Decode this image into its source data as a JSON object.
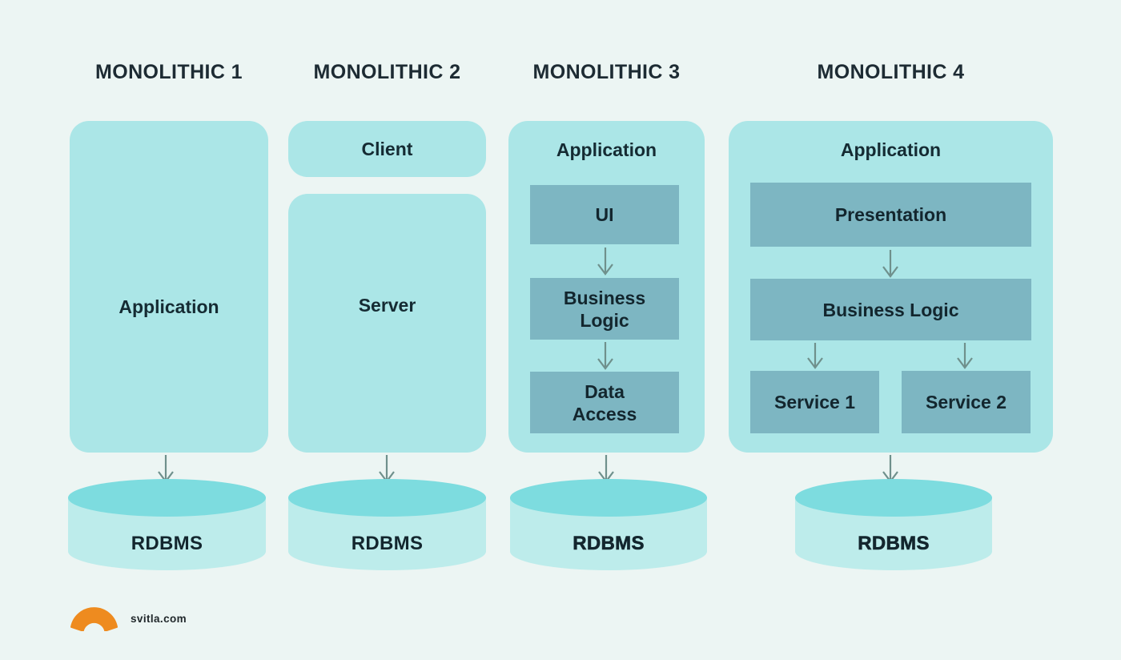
{
  "colors": {
    "bg": "#ecf5f3",
    "box": "#abe6e7",
    "inner": "#7db6c2",
    "cyltop": "#7ddcdf",
    "cylbody": "#bdeceb",
    "text": "#152b33",
    "arrow": "#6f908c",
    "brand": "#ee8b1f"
  },
  "columns": [
    {
      "title": "MONOLITHIC 1",
      "blocks": [
        {
          "label": "Application"
        }
      ],
      "db": "RDBMS"
    },
    {
      "title": "MONOLITHIC 2",
      "blocks": [
        {
          "label": "Client"
        },
        {
          "label": "Server"
        }
      ],
      "db": "RDBMS"
    },
    {
      "title": "MONOLITHIC 3",
      "container_label": "Application",
      "layers": [
        {
          "label": "UI"
        },
        {
          "label": "Business Logic"
        },
        {
          "label": "Data Access"
        }
      ],
      "db": "RDBMS"
    },
    {
      "title": "MONOLITHIC 4",
      "container_label": "Application",
      "layers": [
        {
          "label": "Presentation"
        },
        {
          "label": "Business Logic"
        }
      ],
      "services": [
        {
          "label": "Service 1"
        },
        {
          "label": "Service 2"
        }
      ],
      "db": "RDBMS"
    }
  ],
  "footer": {
    "brand_text": "svitla.com"
  }
}
